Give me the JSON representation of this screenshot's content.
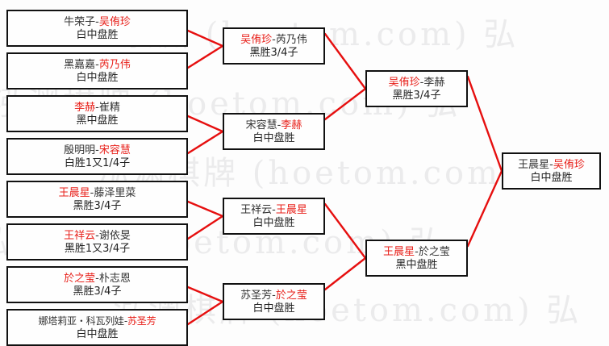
{
  "colors": {
    "winner": "#e8201a",
    "loser": "#333333",
    "connector": "#e60f0f",
    "box_border": "#111111",
    "background": "#fdfdfd",
    "watermark": "#e9e9ea"
  },
  "watermark": {
    "rows": [
      "泓渊 (hoetom.com) 弘",
      "泓渊棋牌 (hoetom.com) 弘",
      "泓渊棋牌 (hoetom.com) 弘",
      "泓渊棋牌 (hoetom.com) 弘",
      "泓渊棋牌 (hoetom.com) 弘"
    ]
  },
  "bracket": {
    "rounds": [
      {
        "name": "round-1",
        "matches": [
          {
            "left": "牛荣子",
            "right": "吴侑珍",
            "winner": "right",
            "result": "白中盘胜"
          },
          {
            "left": "黑嘉嘉",
            "right": "芮乃伟",
            "winner": "right",
            "result": "白中盘胜"
          },
          {
            "left": "李赫",
            "right": "崔精",
            "winner": "left",
            "result": "黑中盘胜"
          },
          {
            "left": "殷明明",
            "right": "宋容慧",
            "winner": "right",
            "result": "白胜1又1/4子"
          },
          {
            "left": "王晨星",
            "right": "藤泽里菜",
            "winner": "left",
            "result": "黑胜3/4子"
          },
          {
            "left": "王祥云",
            "right": "谢依旻",
            "winner": "left",
            "result": "黑胜1又3/4子"
          },
          {
            "left": "於之莹",
            "right": "朴志恩",
            "winner": "left",
            "result": "黑胜3/4子"
          },
          {
            "left": "娜塔莉亚・科瓦列娃",
            "right": "苏圣芳",
            "winner": "right",
            "result": "白中盘胜"
          }
        ]
      },
      {
        "name": "round-2",
        "matches": [
          {
            "left": "吴侑珍",
            "right": "芮乃伟",
            "winner": "left",
            "result": "黑胜3/4子"
          },
          {
            "left": "宋容慧",
            "right": "李赫",
            "winner": "right",
            "result": "白中盘胜"
          },
          {
            "left": "王祥云",
            "right": "王晨星",
            "winner": "right",
            "result": "白中盘胜"
          },
          {
            "left": "苏圣芳",
            "right": "於之莹",
            "winner": "right",
            "result": "白中盘胜"
          }
        ]
      },
      {
        "name": "semifinal",
        "matches": [
          {
            "left": "吴侑珍",
            "right": "李赫",
            "winner": "left",
            "result": "黑胜3/4子"
          },
          {
            "left": "王晨星",
            "right": "於之莹",
            "winner": "left",
            "result": "黑中盘胜"
          }
        ]
      },
      {
        "name": "final",
        "matches": [
          {
            "left": "王晨星",
            "right": "吴侑珍",
            "winner": "right",
            "result": "白中盘胜"
          }
        ]
      }
    ]
  }
}
